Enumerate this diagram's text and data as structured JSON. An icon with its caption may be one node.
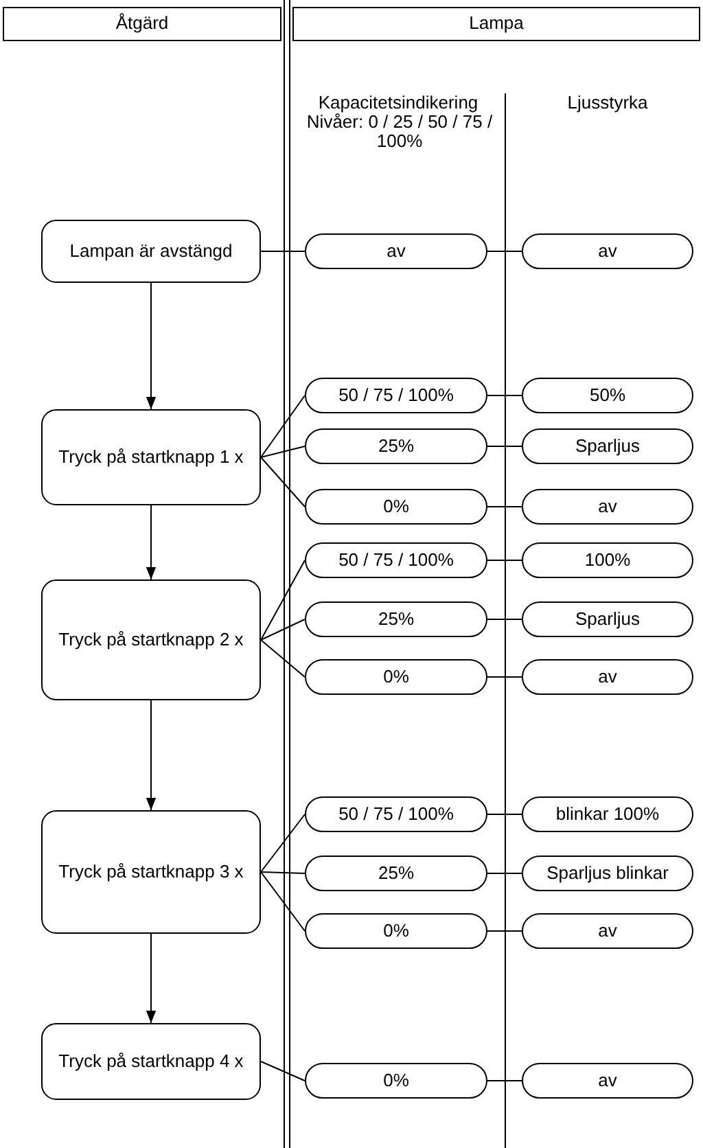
{
  "diagram": {
    "nodes": [
      {
        "text": [
          "Åtgärd"
        ]
      },
      {
        "text": [
          "Lampa"
        ]
      },
      {
        "text": [
          "Lampan är avstängd"
        ]
      },
      {
        "text": [
          "av"
        ]
      },
      {
        "text": [
          "av"
        ]
      },
      {
        "text": [
          "Tryck på startknapp 1 x"
        ]
      },
      {
        "text": [
          "50 / 75 / 100%"
        ]
      },
      {
        "text": [
          "50%"
        ]
      },
      {
        "text": [
          "25%"
        ]
      },
      {
        "text": [
          "Sparljus"
        ]
      },
      {
        "text": [
          "0%"
        ]
      },
      {
        "text": [
          "av"
        ]
      },
      {
        "text": [
          "Tryck på startknapp 2 x"
        ]
      },
      {
        "text": [
          "50 / 75 / 100%"
        ]
      },
      {
        "text": [
          "100%"
        ]
      },
      {
        "text": [
          "25%"
        ]
      },
      {
        "text": [
          "Sparljus"
        ]
      },
      {
        "text": [
          "0%"
        ]
      },
      {
        "text": [
          "av"
        ]
      },
      {
        "text": [
          "Tryck på startknapp 3 x"
        ]
      },
      {
        "text": [
          "50 / 75 / 100%"
        ]
      },
      {
        "text": [
          "blinkar 100%"
        ]
      },
      {
        "text": [
          "25%"
        ]
      },
      {
        "text": [
          "Sparljus blinkar"
        ]
      },
      {
        "text": [
          "0%"
        ]
      },
      {
        "text": [
          "av"
        ]
      },
      {
        "text": [
          "Tryck på startknapp 4 x"
        ]
      },
      {
        "text": [
          "0%"
        ]
      },
      {
        "text": [
          "av"
        ]
      }
    ],
    "edges": [
      {
        "from": 2,
        "to": 3,
        "arrow": "none"
      },
      {
        "from": 3,
        "to": 4,
        "arrow": "none"
      },
      {
        "from": 2,
        "to": 5,
        "arrow": "to"
      },
      {
        "from": 5,
        "to": 6,
        "arrow": "none"
      },
      {
        "from": 5,
        "to": 8,
        "arrow": "none"
      },
      {
        "from": 5,
        "to": 10,
        "arrow": "none"
      },
      {
        "from": 6,
        "to": 7,
        "arrow": "none"
      },
      {
        "from": 8,
        "to": 9,
        "arrow": "none"
      },
      {
        "from": 10,
        "to": 11,
        "arrow": "none"
      },
      {
        "from": 5,
        "to": 12,
        "arrow": "to"
      },
      {
        "from": 12,
        "to": 13,
        "arrow": "none"
      },
      {
        "from": 12,
        "to": 15,
        "arrow": "none"
      },
      {
        "from": 12,
        "to": 17,
        "arrow": "none"
      },
      {
        "from": 13,
        "to": 14,
        "arrow": "none"
      },
      {
        "from": 15,
        "to": 16,
        "arrow": "none"
      },
      {
        "from": 17,
        "to": 18,
        "arrow": "none"
      },
      {
        "from": 12,
        "to": 19,
        "arrow": "to"
      },
      {
        "from": 19,
        "to": 20,
        "arrow": "none"
      },
      {
        "from": 19,
        "to": 22,
        "arrow": "none"
      },
      {
        "from": 19,
        "to": 24,
        "arrow": "none"
      },
      {
        "from": 20,
        "to": 21,
        "arrow": "none"
      },
      {
        "from": 22,
        "to": 23,
        "arrow": "none"
      },
      {
        "from": 24,
        "to": 25,
        "arrow": "none"
      },
      {
        "from": 19,
        "to": 26,
        "arrow": "to"
      },
      {
        "from": 26,
        "to": 27,
        "arrow": "none"
      },
      {
        "from": 27,
        "to": 28,
        "arrow": "none"
      }
    ],
    "labels": [
      "Kapacitetsindikering",
      "Nivåer: 0 / 25 / 50 / 75 / 100%",
      "Ljusstyrka"
    ]
  }
}
